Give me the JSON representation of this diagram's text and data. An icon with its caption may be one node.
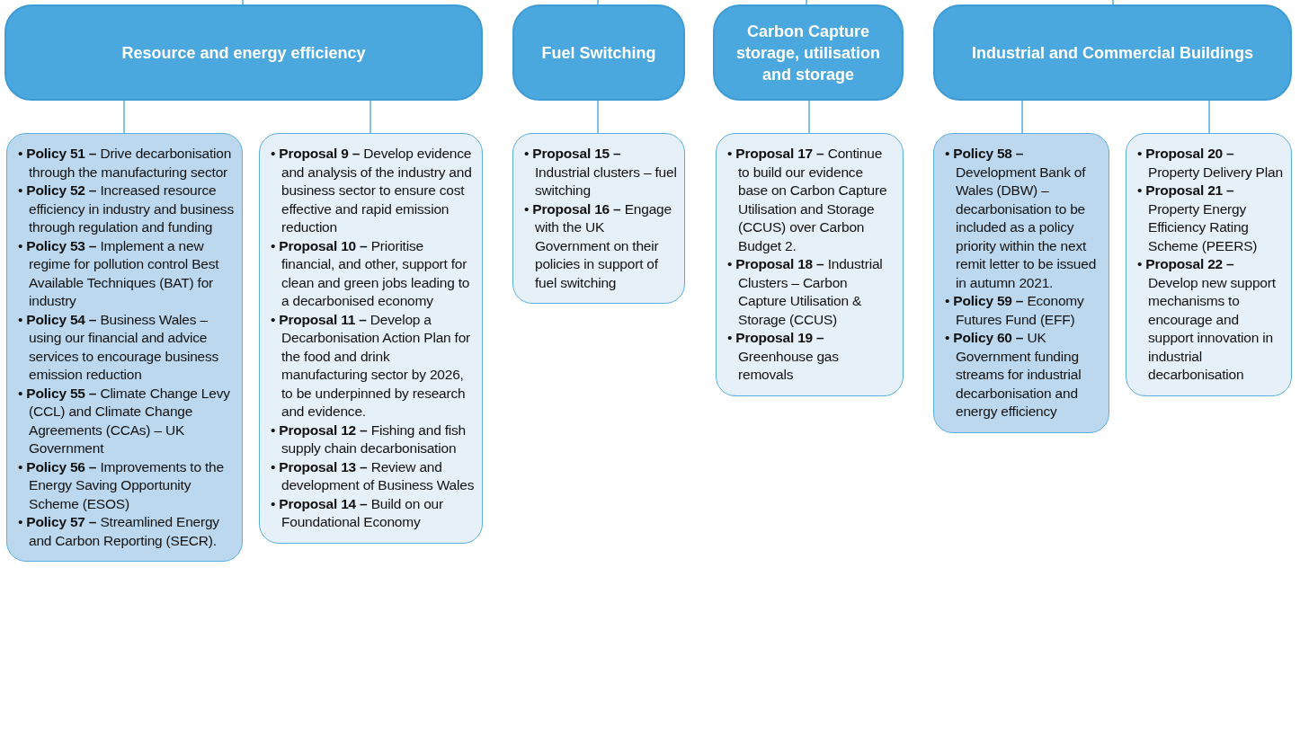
{
  "diagram": {
    "nodes": [
      {
        "text": [
          "Resource and energy efficiency"
        ]
      },
      {
        "text": [
          "Fuel Switching"
        ]
      },
      {
        "text": [
          "Carbon Capture storage, utilisation and storage"
        ]
      },
      {
        "text": [
          "Industrial and Commercial Buildings"
        ]
      },
      {
        "text": [
          "• **Policy 51 –** Drive decarbonisation through the manufacturing sector",
          "• **Policy 52 –** Increased resource efficiency in industry and business through regulation and funding",
          "• **Policy 53 –** Implement a new regime for pollution control Best Available Techniques (BAT) for industry",
          "• **Policy 54 –** Business Wales – using our financial and advice services to encourage business emission reduction",
          "• **Policy 55 –** Climate Change Levy (CCL) and Climate Change Agreements (CCAs) – UK Government",
          "• **Policy 56 –** Improvements to the Energy Saving Opportunity Scheme (ESOS)",
          "• **Policy 57 –** Streamlined Energy and Carbon Reporting (SECR)."
        ]
      },
      {
        "text": [
          "• **Proposal 9 –** Develop evidence and analysis of the industry and business sector to ensure cost effective and rapid emission reduction",
          "• **Proposal 10 –** Prioritise financial, and other, support for clean and green jobs leading to a decarbonised economy",
          "• **Proposal 11 –** Develop a Decarbonisation Action Plan for the food and drink manufacturing sector by 2026, to be underpinned by research and evidence.",
          "• **Proposal 12 –** Fishing and fish supply chain decarbonisation",
          "• **Proposal 13 –** Review and development of Business Wales",
          "• **Proposal 14 –** Build on our Foundational Economy"
        ]
      },
      {
        "text": [
          "• **Proposal 15 –** Industrial clusters – fuel switching",
          "• **Proposal 16 –** Engage with the UK Government on their policies in support of fuel switching"
        ]
      },
      {
        "text": [
          "• **Proposal 17 –** Continue to build our evidence base on Carbon Capture Utilisation and Storage (CCUS) over Carbon Budget 2.",
          "• **Proposal 18 –** Industrial Clusters – Carbon Capture Utilisation & Storage (CCUS)",
          "• **Proposal 19 –** Greenhouse gas removals"
        ]
      },
      {
        "text": [
          "• **Policy 58 –** Development Bank of Wales (DBW) – decarbonisation to be included as a policy priority within the next remit letter to be issued in autumn 2021.",
          "• **Policy 59 –** Economy Futures Fund (EFF)",
          "• **Policy 60 –** UK Government funding streams for industrial decarbonisation and energy efficiency"
        ]
      },
      {
        "text": [
          "• **Proposal 20 –** Property Delivery Plan",
          "• **Proposal 21 –** Property Energy Efficiency Rating Scheme (PEERS)",
          "• **Proposal 22 –** Develop new support mechanisms to encourage and support innovation in industrial decarbonisation"
        ]
      }
    ],
    "edges": [
      {
        "from": null,
        "to": 0,
        "arrow": "none"
      },
      {
        "from": null,
        "to": 1,
        "arrow": "none"
      },
      {
        "from": null,
        "to": 2,
        "arrow": "none"
      },
      {
        "from": null,
        "to": 3,
        "arrow": "none"
      },
      {
        "from": 0,
        "to": 4,
        "arrow": "none"
      },
      {
        "from": 0,
        "to": 5,
        "arrow": "none"
      },
      {
        "from": 1,
        "to": 6,
        "arrow": "none"
      },
      {
        "from": 2,
        "to": 7,
        "arrow": "none"
      },
      {
        "from": 3,
        "to": 8,
        "arrow": "none"
      },
      {
        "from": 3,
        "to": 9,
        "arrow": "none"
      }
    ]
  }
}
